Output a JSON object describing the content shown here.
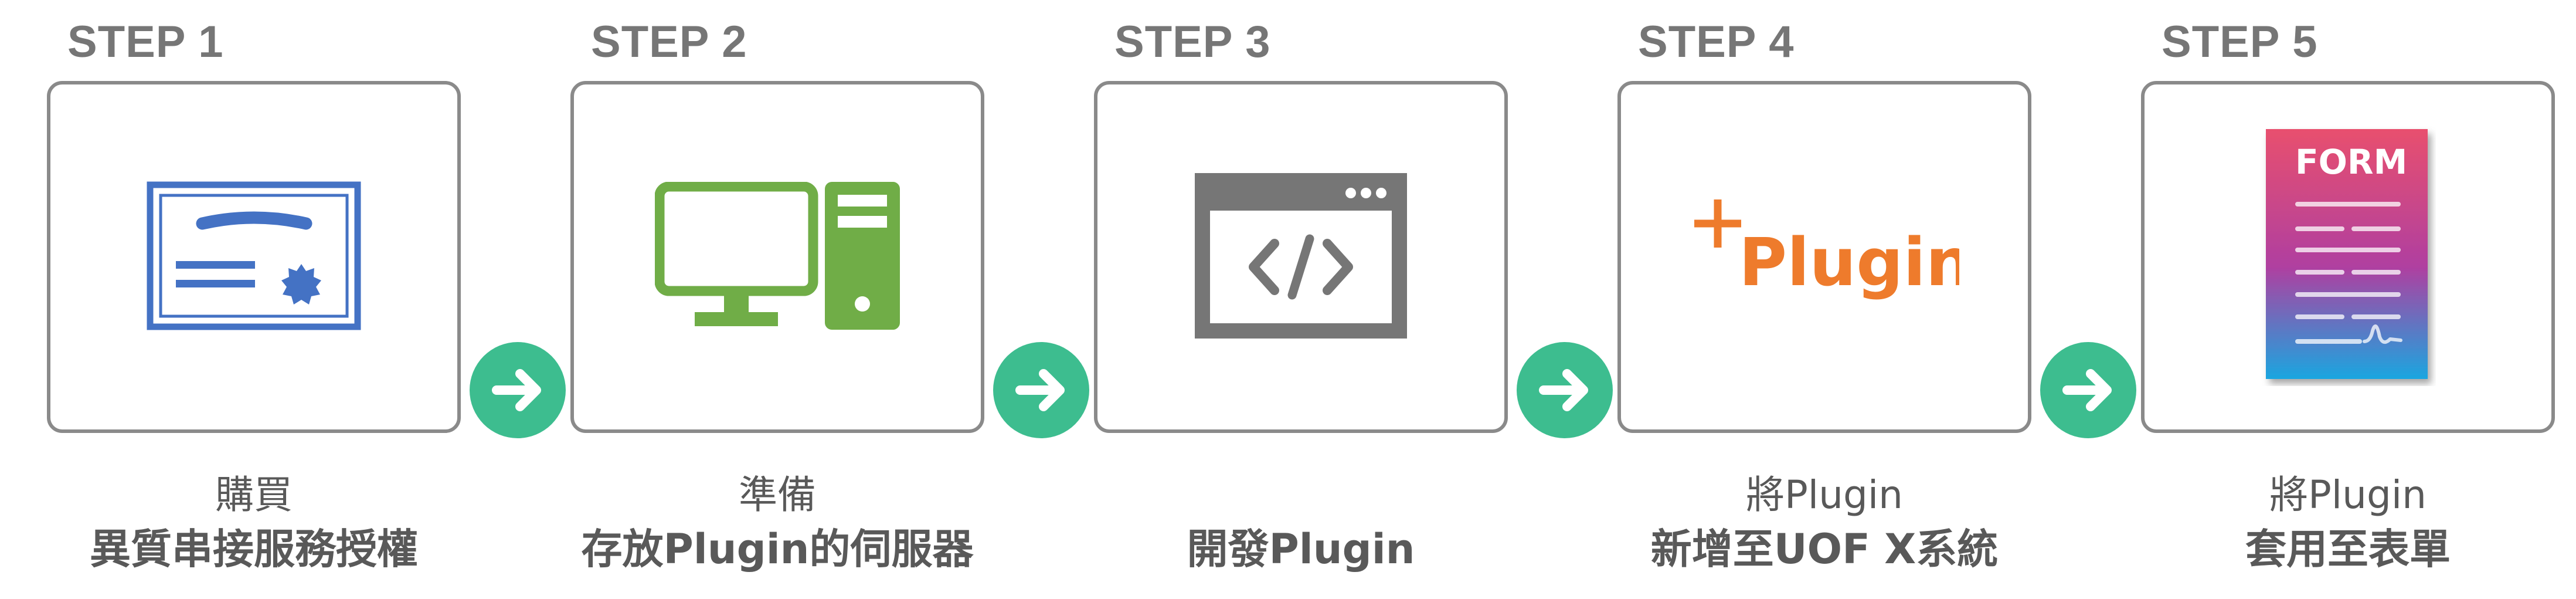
{
  "steps": [
    {
      "title": "STEP 1",
      "icon": "certificate-icon",
      "caption_line1": "購買",
      "caption_line2": "異質串接服務授權",
      "color": "#4472c4"
    },
    {
      "title": "STEP 2",
      "icon": "desktop-computer-icon",
      "caption_line1": "準備",
      "caption_line2": "存放Plugin的伺服器",
      "color": "#70ad47"
    },
    {
      "title": "STEP 3",
      "icon": "code-window-icon",
      "caption_line1": "",
      "caption_line2": "開發Plugin",
      "color": "#767676"
    },
    {
      "title": "STEP 4",
      "icon": "add-plugin-icon",
      "icon_text": "Plugin",
      "caption_line1": "將Plugin",
      "caption_line2": "新增至UOF X系統",
      "color": "#ee7b2c"
    },
    {
      "title": "STEP 5",
      "icon": "form-document-icon",
      "icon_text": "FORM",
      "caption_line1": "將Plugin",
      "caption_line2": "套用至表單",
      "color": "#e8506e"
    }
  ],
  "arrows": {
    "icon": "arrow-right-icon",
    "color": "#3dbd8f"
  },
  "colors": {
    "title_gray": "#767676",
    "border_gray": "#8a8a8a",
    "caption_gray": "#595959",
    "form_gradient_top": "#e8506e",
    "form_gradient_mid": "#b03fa0",
    "form_gradient_bottom": "#1aa6e0"
  }
}
